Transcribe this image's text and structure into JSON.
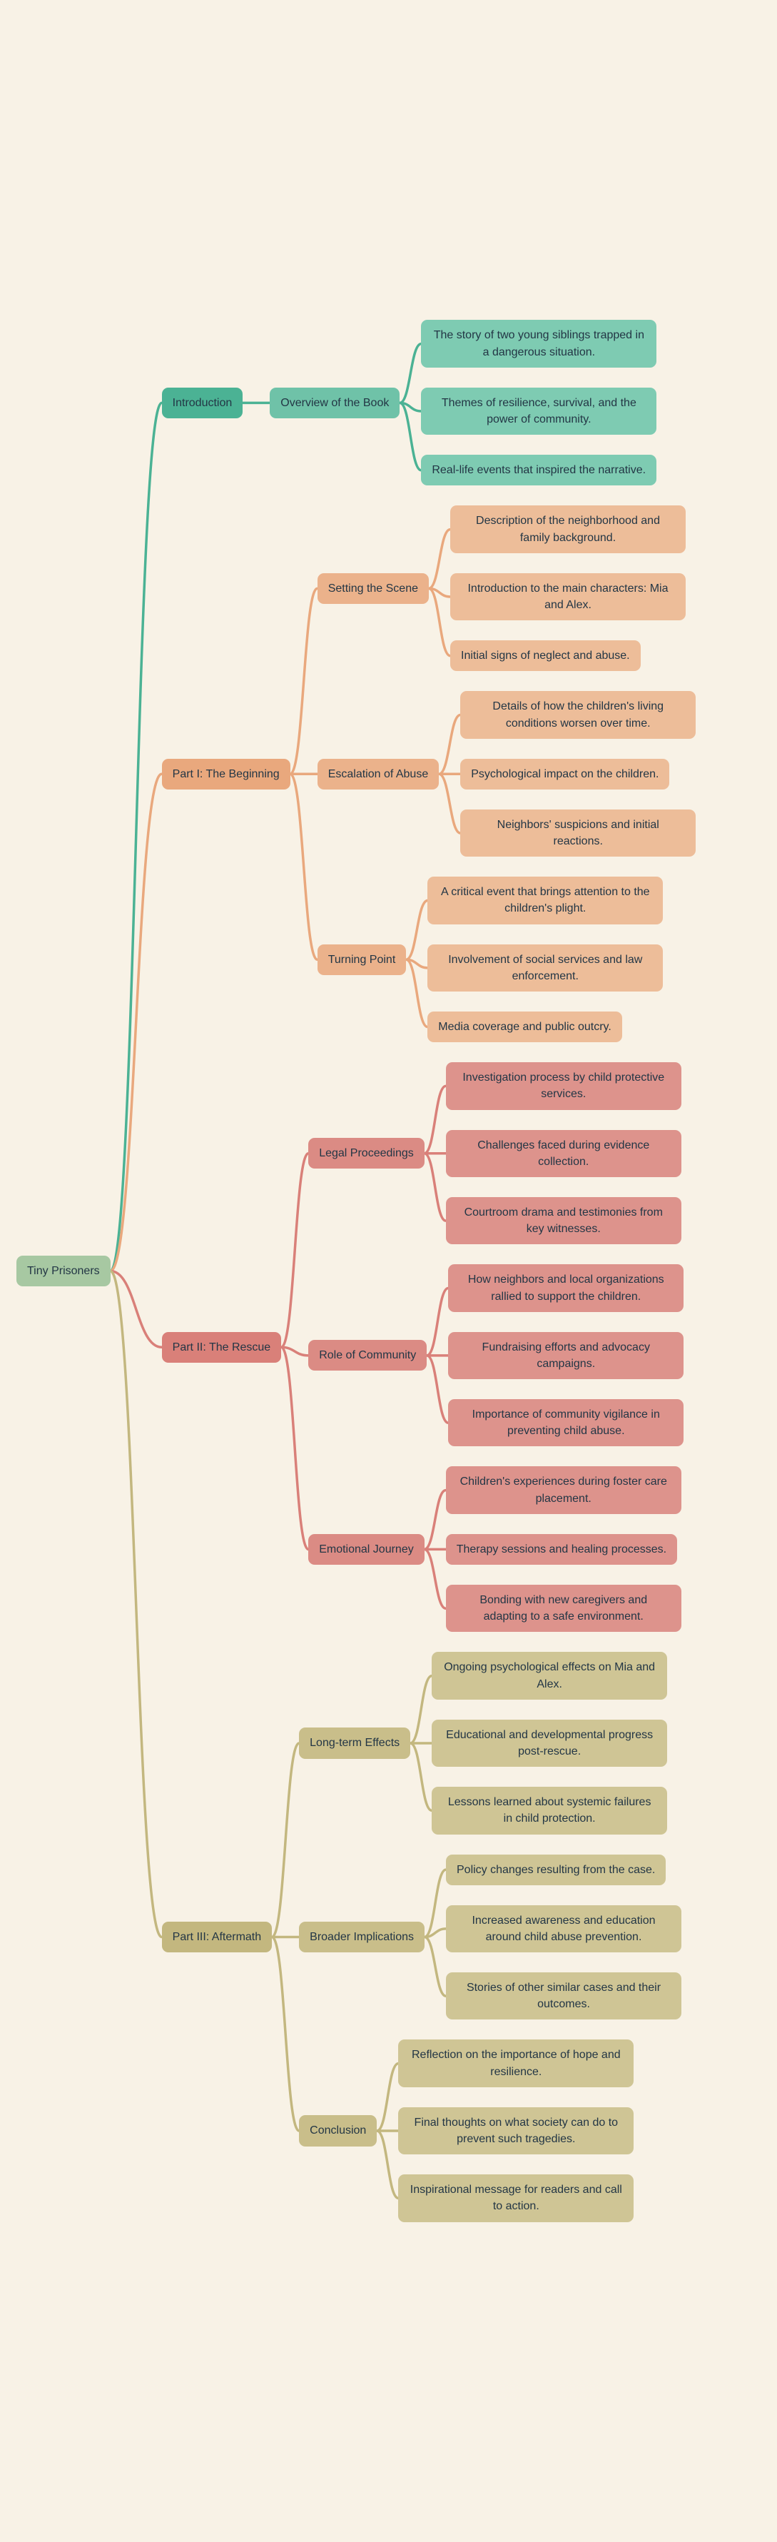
{
  "background": "#f8f2e6",
  "palette": {
    "text": "#233645",
    "root": {
      "bg": "#a7c8a2",
      "line": "#a7c8a2"
    },
    "teal": {
      "branch": "#4bb294",
      "sub": "#6fc2a8",
      "leaf": "#7ecbb2",
      "line": "#4bb294"
    },
    "orange": {
      "branch": "#e9a87d",
      "sub": "#ebb28b",
      "leaf": "#edbd99",
      "line": "#e9a87d"
    },
    "red": {
      "branch": "#d98079",
      "sub": "#db8b84",
      "leaf": "#dd938c",
      "line": "#d98079"
    },
    "khaki": {
      "branch": "#c3b77f",
      "sub": "#c9be8a",
      "leaf": "#cfc595",
      "line": "#c3b77f"
    }
  },
  "tree": {
    "label": "Tiny Prisoners",
    "children": [
      {
        "label": "Introduction",
        "palette": "teal",
        "children": [
          {
            "label": "Overview of the Book",
            "children": [
              {
                "label": "The story of two young siblings trapped in a dangerous situation."
              },
              {
                "label": "Themes of resilience, survival, and the power of community."
              },
              {
                "label": "Real-life events that inspired the narrative."
              }
            ]
          }
        ]
      },
      {
        "label": "Part I: The Beginning",
        "palette": "orange",
        "children": [
          {
            "label": "Setting the Scene",
            "children": [
              {
                "label": "Description of the neighborhood and family background."
              },
              {
                "label": "Introduction to the main characters: Mia and Alex."
              },
              {
                "label": "Initial signs of neglect and abuse."
              }
            ]
          },
          {
            "label": "Escalation of Abuse",
            "children": [
              {
                "label": "Details of how the children's living conditions worsen over time."
              },
              {
                "label": "Psychological impact on the children."
              },
              {
                "label": "Neighbors' suspicions and initial reactions."
              }
            ]
          },
          {
            "label": "Turning Point",
            "children": [
              {
                "label": "A critical event that brings attention to the children's plight."
              },
              {
                "label": "Involvement of social services and law enforcement."
              },
              {
                "label": "Media coverage and public outcry."
              }
            ]
          }
        ]
      },
      {
        "label": "Part II: The Rescue",
        "palette": "red",
        "children": [
          {
            "label": "Legal Proceedings",
            "children": [
              {
                "label": "Investigation process by child protective services."
              },
              {
                "label": "Challenges faced during evidence collection."
              },
              {
                "label": "Courtroom drama and testimonies from key witnesses."
              }
            ]
          },
          {
            "label": "Role of Community",
            "children": [
              {
                "label": "How neighbors and local organizations rallied to support the children."
              },
              {
                "label": "Fundraising efforts and advocacy campaigns."
              },
              {
                "label": "Importance of community vigilance in preventing child abuse."
              }
            ]
          },
          {
            "label": "Emotional Journey",
            "children": [
              {
                "label": "Children's experiences during foster care placement."
              },
              {
                "label": "Therapy sessions and healing processes."
              },
              {
                "label": "Bonding with new caregivers and adapting to a safe environment."
              }
            ]
          }
        ]
      },
      {
        "label": "Part III: Aftermath",
        "palette": "khaki",
        "children": [
          {
            "label": "Long-term Effects",
            "children": [
              {
                "label": "Ongoing psychological effects on Mia and Alex."
              },
              {
                "label": "Educational and developmental progress post-rescue."
              },
              {
                "label": "Lessons learned about systemic failures in child protection."
              }
            ]
          },
          {
            "label": "Broader Implications",
            "children": [
              {
                "label": "Policy changes resulting from the case."
              },
              {
                "label": "Increased awareness and education around child abuse prevention."
              },
              {
                "label": "Stories of other similar cases and their outcomes."
              }
            ]
          },
          {
            "label": "Conclusion",
            "children": [
              {
                "label": "Reflection on the importance of hope and resilience."
              },
              {
                "label": "Final thoughts on what society can do to prevent such tragedies."
              },
              {
                "label": "Inspirational message for readers and call to action."
              }
            ]
          }
        ]
      }
    ]
  }
}
